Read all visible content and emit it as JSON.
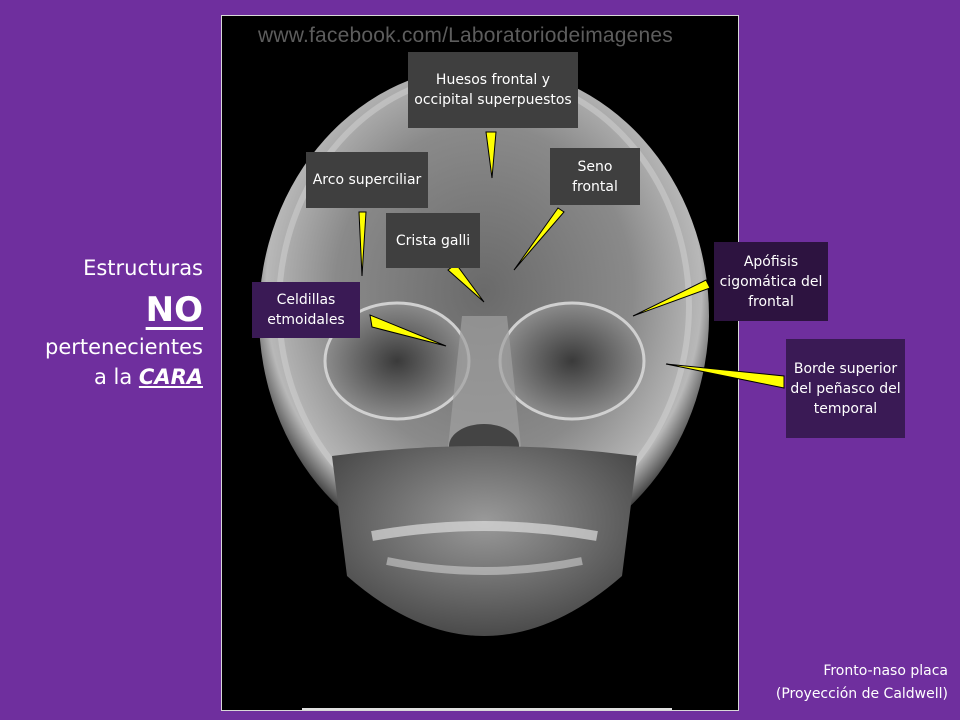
{
  "watermark": "www.facebook.com/Laboratoriodeimagenes",
  "title": {
    "line1": "Estructuras",
    "line2": "NO",
    "line3": "pertenecientes",
    "line4_prefix": "a la ",
    "line4_emphasis": "CARA"
  },
  "labels": {
    "huesos": "Huesos frontal y occipital superpuestos",
    "arco": "Arco superciliar",
    "seno": "Seno frontal",
    "crista": "Crista galli",
    "apofisis": "Apófisis cigomática del frontal",
    "celdillas": "Celdillas etmoidales",
    "borde": "Borde superior del peñasco del temporal"
  },
  "caption": {
    "line1": "Fronto-naso placa",
    "line2": "(Proyección de Caldwell)"
  },
  "colors": {
    "background": "#6f2f9e",
    "pointer": "#ffff00",
    "label_bg": "#3f3f3f"
  }
}
